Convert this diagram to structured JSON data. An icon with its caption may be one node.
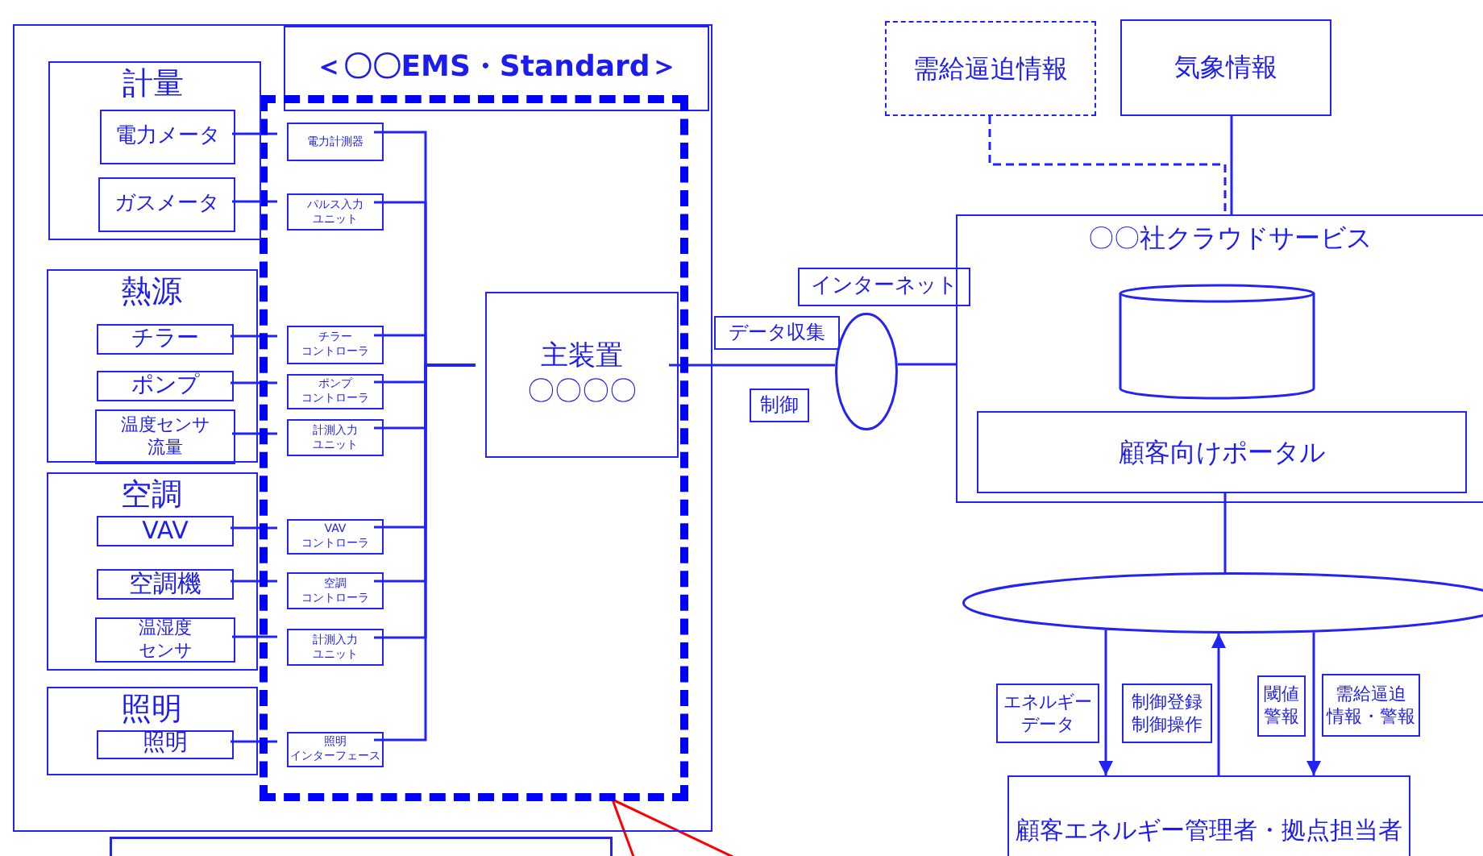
{
  "diagram": {
    "nodes": [
      {
        "text": [],
        "shape": "box"
      },
      {
        "text": [
          "＜〇〇EMS・Standard＞"
        ],
        "in": 0
      },
      {
        "text": [],
        "shape": "box",
        "in": 0
      },
      {
        "text": [
          "計量"
        ],
        "in": 0
      },
      {
        "text": [
          "電力メータ"
        ],
        "in": 3
      },
      {
        "text": [
          "ガスメータ"
        ],
        "in": 3
      },
      {
        "text": [
          "熱源"
        ],
        "in": 0
      },
      {
        "text": [
          "チラー"
        ],
        "in": 6
      },
      {
        "text": [
          "ポンプ"
        ],
        "in": 6
      },
      {
        "text": [
          "温度センサ流量"
        ],
        "in": 6
      },
      {
        "text": [
          "空調"
        ],
        "in": 0
      },
      {
        "text": [
          "VAV"
        ],
        "in": 10
      },
      {
        "text": [
          "空調機"
        ],
        "in": 10
      },
      {
        "text": [
          "温湿度センサ"
        ],
        "in": 10
      },
      {
        "text": [
          "照明"
        ],
        "in": 0
      },
      {
        "text": [
          "照明"
        ],
        "in": 14
      },
      {
        "text": [
          "電力計測器"
        ],
        "in": 2
      },
      {
        "text": [
          "パルス入力ユニット"
        ],
        "in": 2
      },
      {
        "text": [
          "チラーコントローラ"
        ],
        "in": 2
      },
      {
        "text": [
          "ポンプコントローラ"
        ],
        "in": 2
      },
      {
        "text": [
          "計測入力ユニット"
        ],
        "in": 2
      },
      {
        "text": [
          "VAVコントローラ"
        ],
        "in": 2
      },
      {
        "text": [
          "空調コントローラ"
        ],
        "in": 2
      },
      {
        "text": [
          "計測入力ユニット"
        ],
        "in": 2
      },
      {
        "text": [
          "照明インターフェース"
        ],
        "in": 2
      },
      {
        "text": [
          "主装置",
          "〇〇〇〇"
        ],
        "in": 2
      },
      {
        "text": [
          "インターネット"
        ]
      },
      {
        "text": [
          "データ収集"
        ]
      },
      {
        "text": [
          "制御"
        ]
      },
      {
        "text": [],
        "shape": "ellipse"
      },
      {
        "text": [
          "需給逼迫情報"
        ]
      },
      {
        "text": [
          "気象情報"
        ]
      },
      {
        "text": [
          "〇〇社クラウドサービス"
        ]
      },
      {
        "text": [],
        "shape": "cylinder",
        "in": 32
      },
      {
        "text": [
          "顧客向けポータル"
        ],
        "in": 32
      },
      {
        "text": [],
        "shape": "ellipse"
      },
      {
        "text": [
          "エネルギーデータ"
        ]
      },
      {
        "text": [
          "制御登録制御操作"
        ]
      },
      {
        "text": [
          "閾値警報"
        ]
      },
      {
        "text": [
          "需給逼迫情報・警報"
        ]
      },
      {
        "text": [
          "顧客エネルギー管理者・拠点担当者"
        ]
      },
      {
        "text": [],
        "shape": "box"
      }
    ],
    "edges": [
      {
        "from": 4,
        "to": 16,
        "arrow": "none"
      },
      {
        "from": 5,
        "to": 17,
        "arrow": "none"
      },
      {
        "from": 7,
        "to": 18,
        "arrow": "none"
      },
      {
        "from": 8,
        "to": 19,
        "arrow": "none"
      },
      {
        "from": 9,
        "to": 20,
        "arrow": "none"
      },
      {
        "from": 11,
        "to": 21,
        "arrow": "none"
      },
      {
        "from": 12,
        "to": 22,
        "arrow": "none"
      },
      {
        "from": 13,
        "to": 23,
        "arrow": "none"
      },
      {
        "from": 15,
        "to": 24,
        "arrow": "none"
      },
      {
        "from": 16,
        "to": 25,
        "arrow": "none"
      },
      {
        "from": 17,
        "to": 25,
        "arrow": "none"
      },
      {
        "from": 18,
        "to": 25,
        "arrow": "none"
      },
      {
        "from": 19,
        "to": 25,
        "arrow": "none"
      },
      {
        "from": 20,
        "to": 25,
        "arrow": "none"
      },
      {
        "from": 21,
        "to": 25,
        "arrow": "none"
      },
      {
        "from": 22,
        "to": 25,
        "arrow": "none"
      },
      {
        "from": 23,
        "to": 25,
        "arrow": "none"
      },
      {
        "from": 24,
        "to": 25,
        "arrow": "none"
      },
      {
        "from": 25,
        "to": 29,
        "arrow": "none"
      },
      {
        "from": 29,
        "to": 32,
        "arrow": "none"
      },
      {
        "from": 31,
        "to": 32,
        "arrow": "none"
      },
      {
        "from": 30,
        "to": 32,
        "arrow": "none",
        "style": "dashed"
      },
      {
        "from": 34,
        "to": 35,
        "arrow": "none"
      },
      {
        "from": 35,
        "to": 40,
        "arrow": "to"
      },
      {
        "from": 40,
        "to": 35,
        "arrow": "to"
      },
      {
        "from": 35,
        "to": 40,
        "arrow": "to"
      },
      {
        "from": null,
        "to": 2,
        "arrow": "none",
        "color": "#ff0000"
      },
      {
        "from": null,
        "to": 2,
        "arrow": "none",
        "color": "#ff0000"
      }
    ]
  }
}
